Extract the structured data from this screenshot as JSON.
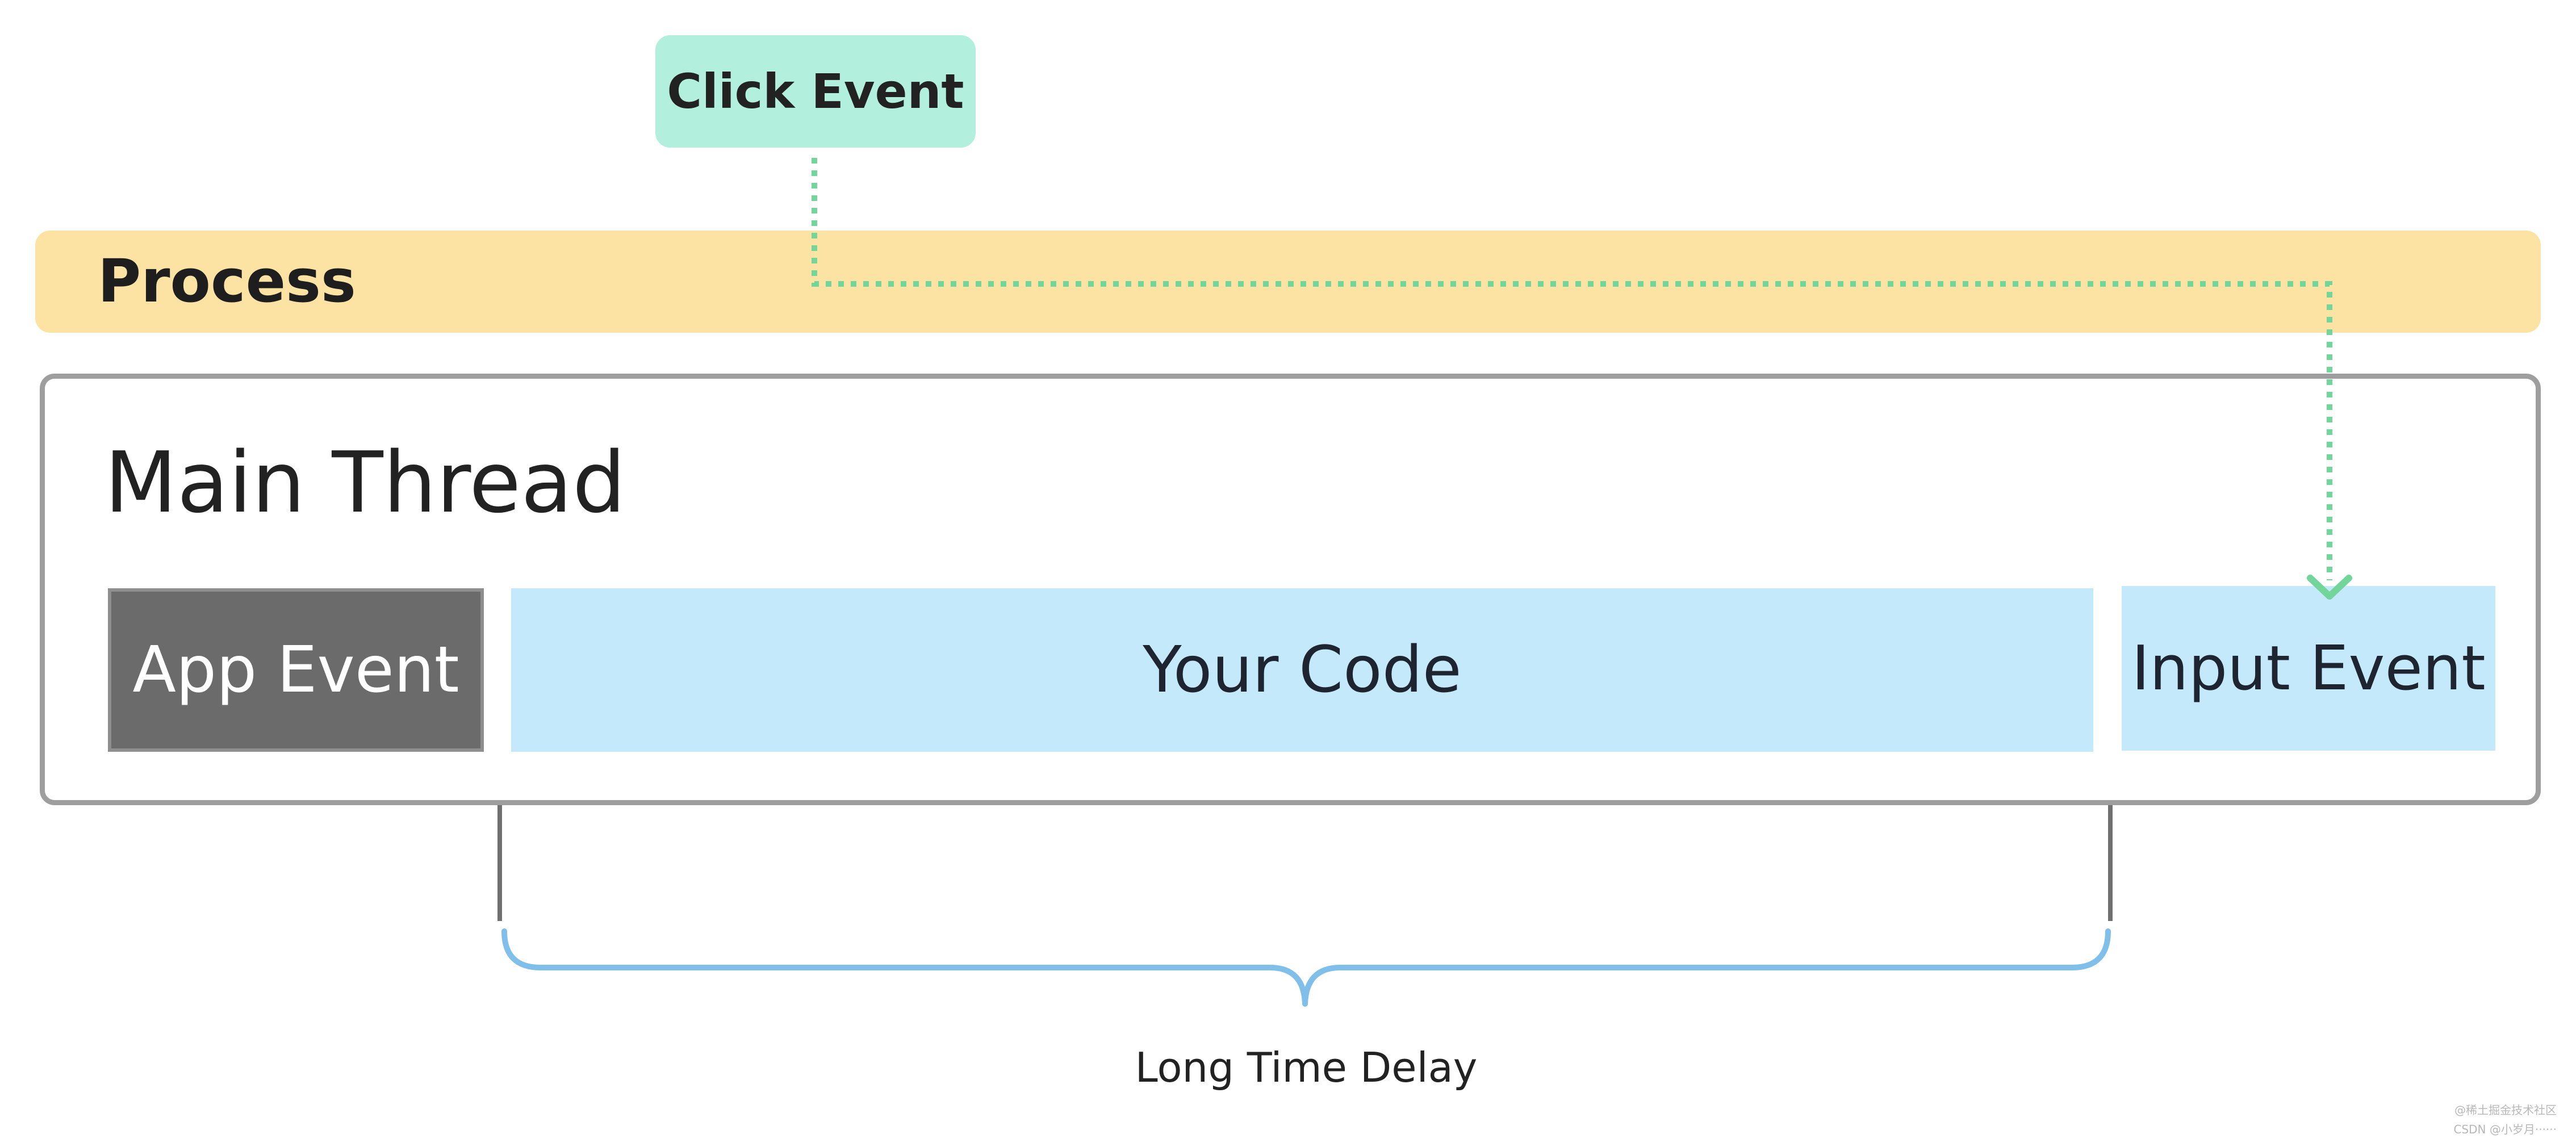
{
  "click_event": {
    "label": "Click Event"
  },
  "process": {
    "label": "Process"
  },
  "main_thread": {
    "title": "Main Thread",
    "blocks": {
      "app_event": "App Event",
      "your_code": "Your Code",
      "input_event": "Input Event"
    }
  },
  "delay": {
    "label": "Long Time Delay"
  },
  "watermark": {
    "line1": "@稀土掘金技术社区",
    "line2": "CSDN @小岁月······"
  },
  "colors": {
    "click_event_bg": "#b2efdc",
    "process_bg": "#fce3a3",
    "main_thread_border": "#9e9e9e",
    "app_event_bg": "#6b6b6b",
    "code_bg": "#c4e9fb",
    "connector": "#72d59a",
    "brace": "#7fbfea",
    "tick": "#707070"
  }
}
